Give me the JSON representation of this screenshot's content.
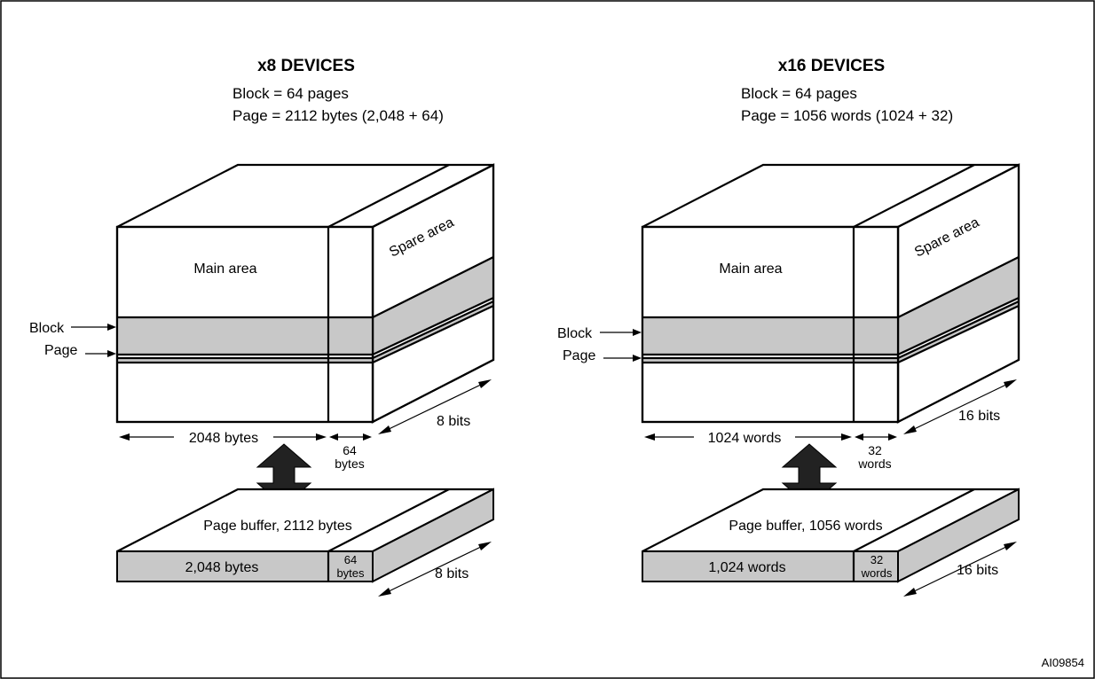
{
  "x8": {
    "title": "x8 DEVICES",
    "block_line": "Block = 64 pages",
    "page_line": "Page = 2112 bytes (2,048 + 64)",
    "main_area": "Main area",
    "spare_area": "Spare area",
    "block_label": "Block",
    "page_label": "Page",
    "main_width": "2048 bytes",
    "spare_width_num": "64",
    "spare_width_unit": "bytes",
    "depth": "8 bits",
    "buffer_label": "Page buffer, 2112 bytes",
    "buffer_main": "2,048 bytes",
    "buffer_spare_num": "64",
    "buffer_spare_unit": "bytes",
    "buffer_depth": "8 bits"
  },
  "x16": {
    "title": "x16 DEVICES",
    "block_line": "Block = 64 pages",
    "page_line": "Page = 1056 words (1024 + 32)",
    "main_area": "Main area",
    "spare_area": "Spare area",
    "block_label": "Block",
    "page_label": "Page",
    "main_width": "1024 words",
    "spare_width_num": "32",
    "spare_width_unit": "words",
    "depth": "16 bits",
    "buffer_label": "Page buffer, 1056 words",
    "buffer_main": "1,024 words",
    "buffer_spare_num": "32",
    "buffer_spare_unit": "words",
    "buffer_depth": "16 bits"
  },
  "figure_id": "AI09854",
  "colors": {
    "shade": "#c8c8c8",
    "line": "#000000",
    "arrow": "#222222"
  }
}
